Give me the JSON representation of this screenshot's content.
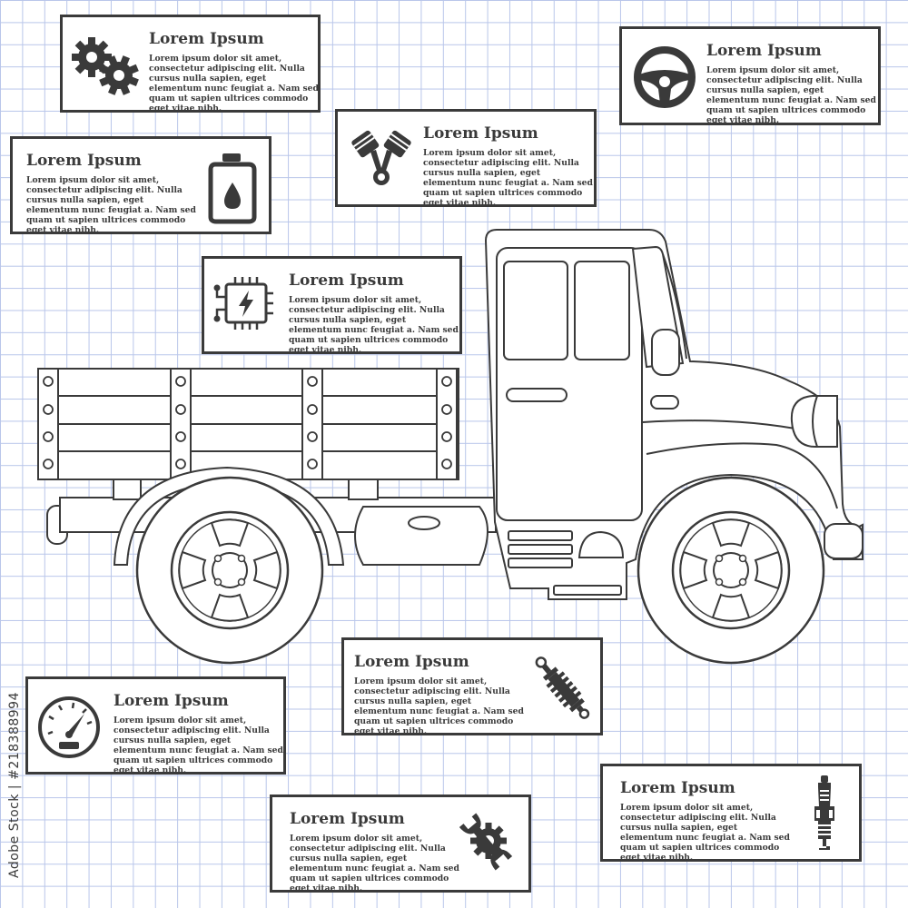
{
  "cards": [
    {
      "id": "gears",
      "title": "Lorem Ipsum",
      "text": "Lorem ipsum dolor sit amet, consectetur adipiscing elit. Nulla cursus nulla sapien, eget elementum nunc feugiat a. Nam sed quam ut sapien ultrices commodo eget vitae nibh.",
      "icon": "gears-icon"
    },
    {
      "id": "steering",
      "title": "Lorem Ipsum",
      "text": "Lorem ipsum dolor sit amet, consectetur adipiscing elit. Nulla cursus nulla sapien, eget elementum nunc feugiat a. Nam sed quam ut sapien ultrices commodo eget vitae nibh.",
      "icon": "steering-wheel-icon"
    },
    {
      "id": "pistons",
      "title": "Lorem Ipsum",
      "text": "Lorem ipsum dolor sit amet, consectetur adipiscing elit. Nulla cursus nulla sapien, eget elementum nunc feugiat a. Nam sed quam ut sapien ultrices commodo eget vitae nibh.",
      "icon": "pistons-icon"
    },
    {
      "id": "oil",
      "title": "Lorem Ipsum",
      "text": "Lorem ipsum dolor sit amet, consectetur adipiscing elit. Nulla cursus nulla sapien, eget elementum nunc feugiat a. Nam sed quam ut sapien ultrices commodo eget vitae nibh.",
      "icon": "oil-canister-icon"
    },
    {
      "id": "chip",
      "title": "Lorem Ipsum",
      "text": "Lorem ipsum dolor sit amet, consectetur adipiscing elit. Nulla cursus nulla sapien, eget elementum nunc feugiat a. Nam sed quam ut sapien ultrices commodo eget vitae nibh.",
      "icon": "electronics-chip-icon"
    },
    {
      "id": "shock",
      "title": "Lorem Ipsum",
      "text": "Lorem ipsum dolor sit amet, consectetur adipiscing elit. Nulla cursus nulla sapien, eget elementum nunc feugiat a. Nam sed quam ut sapien ultrices commodo eget vitae nibh.",
      "icon": "shock-absorber-icon"
    },
    {
      "id": "speedo",
      "title": "Lorem Ipsum",
      "text": "Lorem ipsum dolor sit amet, consectetur adipiscing elit. Nulla cursus nulla sapien, eget elementum nunc feugiat a. Nam sed quam ut sapien ultrices commodo eget vitae nibh.",
      "icon": "speedometer-icon"
    },
    {
      "id": "spark",
      "title": "Lorem Ipsum",
      "text": "Lorem ipsum dolor sit amet, consectetur adipiscing elit. Nulla cursus nulla sapien, eget elementum nunc feugiat a. Nam sed quam ut sapien ultrices commodo eget vitae nibh.",
      "icon": "spark-plug-icon"
    },
    {
      "id": "service",
      "title": "Lorem Ipsum",
      "text": "Lorem ipsum dolor sit amet, consectetur adipiscing elit. Nulla cursus nulla sapien, eget elementum nunc feugiat a. Nam sed quam ut sapien ultrices commodo eget vitae nibh.",
      "icon": "wrench-gear-icon"
    }
  ],
  "stock_id": "218388994",
  "stock_watermark": "Adobe Stock",
  "colors": {
    "ink": "#3a3a3a",
    "grid": "#b9c6ea",
    "background": "#ffffff"
  }
}
